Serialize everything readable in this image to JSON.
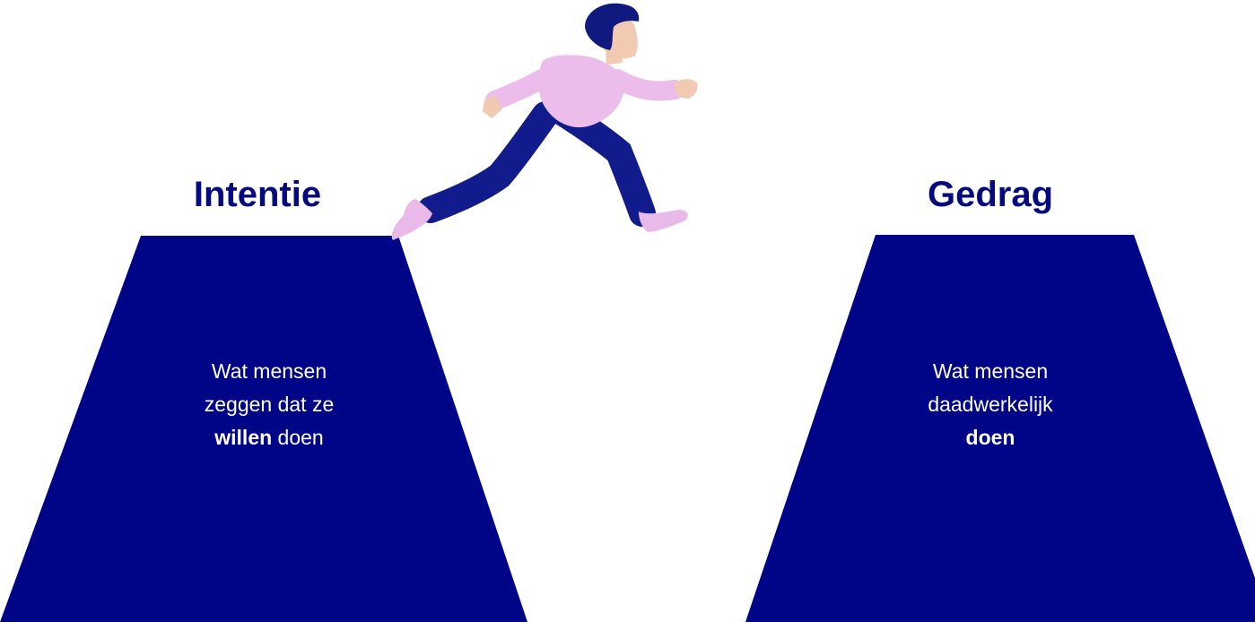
{
  "colors": {
    "pillar": "#000587",
    "title": "#050a80",
    "shirt": "#ecbdeb",
    "pants": "#121b8c",
    "skin": "#f2c9b1",
    "hair": "#101a7e",
    "shoe": "#e9b9ea"
  },
  "left": {
    "title": "Intentie",
    "line1": "Wat mensen",
    "line2": "zeggen dat ze",
    "bold": "willen",
    "rest": " doen"
  },
  "right": {
    "title": "Gedrag",
    "line1": "Wat mensen",
    "line2": "daadwerkelijk",
    "bold": "doen"
  },
  "figure": {
    "icon": "running-person-icon"
  }
}
